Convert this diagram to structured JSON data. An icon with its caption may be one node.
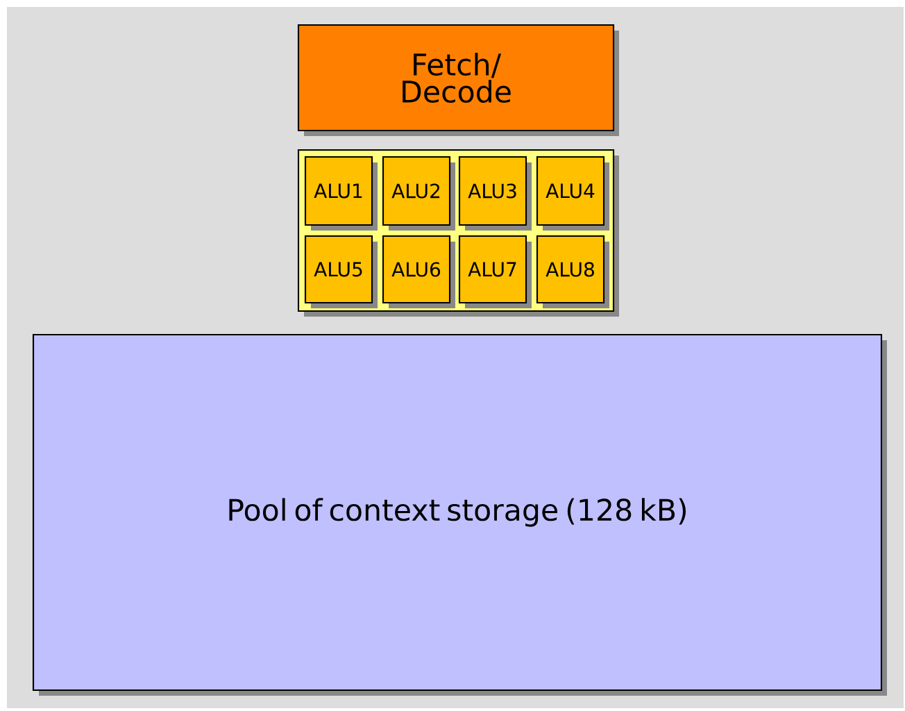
{
  "diagram": {
    "nodes": [
      {
        "text": [
          "Fetch/ Decode"
        ]
      },
      {
        "text": [],
        "shape": "box"
      },
      {
        "text": [
          "ALU1"
        ],
        "in": 1
      },
      {
        "text": [
          "ALU2"
        ],
        "in": 1
      },
      {
        "text": [
          "ALU3"
        ],
        "in": 1
      },
      {
        "text": [
          "ALU4"
        ],
        "in": 1
      },
      {
        "text": [
          "ALU5"
        ],
        "in": 1
      },
      {
        "text": [
          "ALU6"
        ],
        "in": 1
      },
      {
        "text": [
          "ALU7"
        ],
        "in": 1
      },
      {
        "text": [
          "ALU8"
        ],
        "in": 1
      },
      {
        "text": [
          "Pool of context storage (128 kB)"
        ]
      }
    ]
  }
}
